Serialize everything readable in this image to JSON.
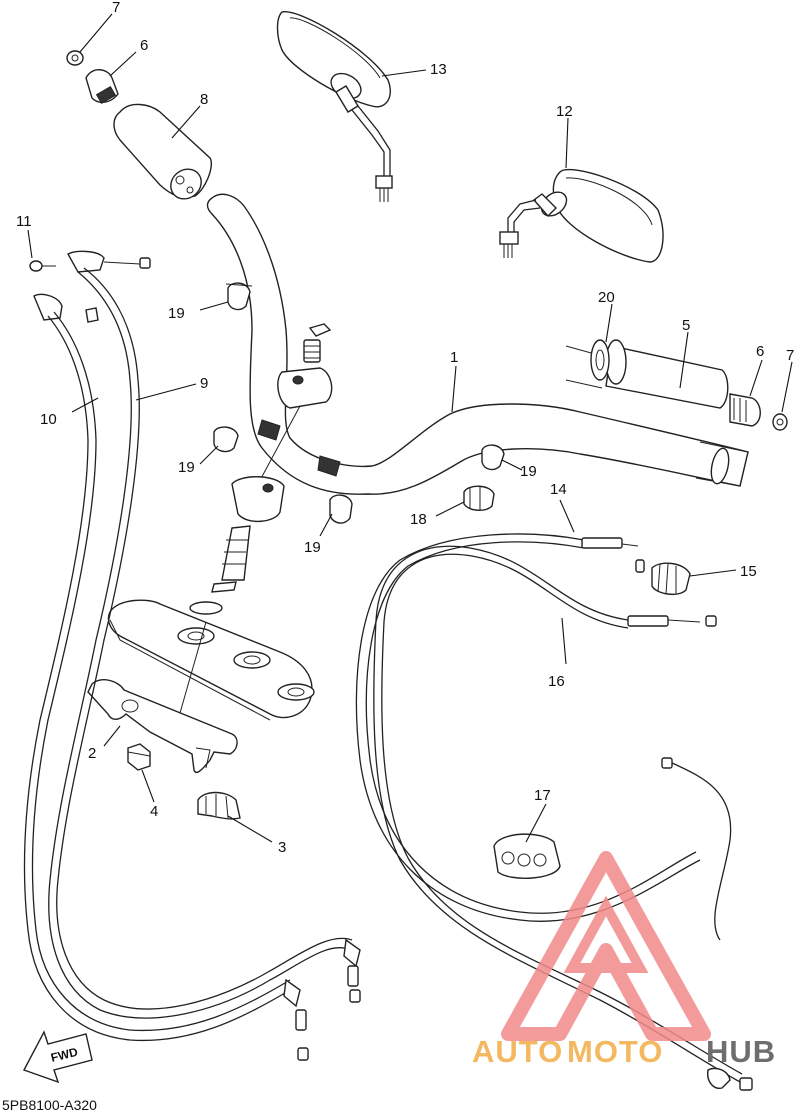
{
  "diagram": {
    "code": "5PB8100-A320",
    "fwd_label": "FWD",
    "callouts": [
      {
        "id": "c1",
        "label": "1"
      },
      {
        "id": "c2",
        "label": "2"
      },
      {
        "id": "c3",
        "label": "3"
      },
      {
        "id": "c4",
        "label": "4"
      },
      {
        "id": "c5",
        "label": "5"
      },
      {
        "id": "c6a",
        "label": "6"
      },
      {
        "id": "c6b",
        "label": "6"
      },
      {
        "id": "c7a",
        "label": "7"
      },
      {
        "id": "c7b",
        "label": "7"
      },
      {
        "id": "c8",
        "label": "8"
      },
      {
        "id": "c9",
        "label": "9"
      },
      {
        "id": "c10",
        "label": "10"
      },
      {
        "id": "c11",
        "label": "11"
      },
      {
        "id": "c12",
        "label": "12"
      },
      {
        "id": "c13",
        "label": "13"
      },
      {
        "id": "c14",
        "label": "14"
      },
      {
        "id": "c15",
        "label": "15"
      },
      {
        "id": "c16",
        "label": "16"
      },
      {
        "id": "c17",
        "label": "17"
      },
      {
        "id": "c18",
        "label": "18"
      },
      {
        "id": "c19a",
        "label": "19"
      },
      {
        "id": "c19b",
        "label": "19"
      },
      {
        "id": "c19c",
        "label": "19"
      },
      {
        "id": "c19d",
        "label": "19"
      },
      {
        "id": "c20",
        "label": "20"
      }
    ]
  },
  "watermark": {
    "part_a": "AUTO",
    "part_b": "MOTO",
    "part_c": "HUB",
    "accent_color": "#f4b860",
    "logo_color": "#f28a8a"
  }
}
